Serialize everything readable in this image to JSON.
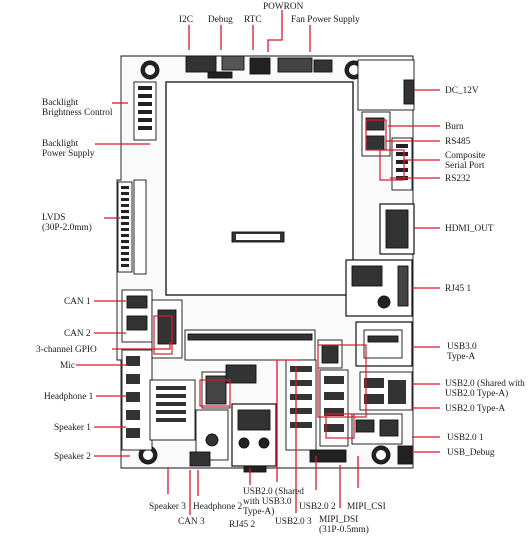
{
  "labels": {
    "powron": "POWRON",
    "i2c": "I2C",
    "debug": "Debug",
    "rtc": "RTC",
    "fan_power_supply": "Fan Power Supply",
    "dc_12v": "DC_12V",
    "backlight_brightness": [
      "Backlight",
      "Brightness Control"
    ],
    "backlight_power": [
      "Backlight",
      "Power Supply"
    ],
    "burn": "Burn",
    "rs485": "RS485",
    "composite_serial": [
      "Composite",
      "Serial Port"
    ],
    "rs232": "RS232",
    "lvds": [
      "LVDS",
      "(30P-2.0mm)"
    ],
    "hdmi_out": "HDMI_OUT",
    "rj45_1": "RJ45 1",
    "can1": "CAN 1",
    "can2": "CAN 2",
    "gpio": "3-channel GPIO",
    "mic": "Mic",
    "usb30": [
      "USB3.0",
      "Type-A"
    ],
    "headphone1": "Headphone 1",
    "usb20_shared_right": [
      "USB2.0 (Shared with",
      "USB2.0 Type-A)"
    ],
    "usb20_type_a": "USB2.0  Type-A",
    "speaker1": "Speaker 1",
    "usb20_1": "USB2.0 1",
    "speaker2": "Speaker 2",
    "usb_debug": "USB_Debug",
    "speaker3": "Speaker 3",
    "headphone2": "Headphone 2",
    "usb20_shared_bottom": [
      "USB2.0 (Shared",
      "with USB3.0",
      "Type-A)"
    ],
    "usb20_2": "USB2.0 2",
    "mipi_csi": "MIPI_CSI",
    "can3": "CAN 3",
    "rj45_2": "RJ45 2",
    "usb20_3": "USB2.0 3",
    "mipi_dsi": [
      "MIPI_DSI",
      "(31P-0.5mm)"
    ]
  },
  "colors": {
    "callout": "#d8192b",
    "board_ink": "#111111",
    "text": "#1a1a1a"
  }
}
